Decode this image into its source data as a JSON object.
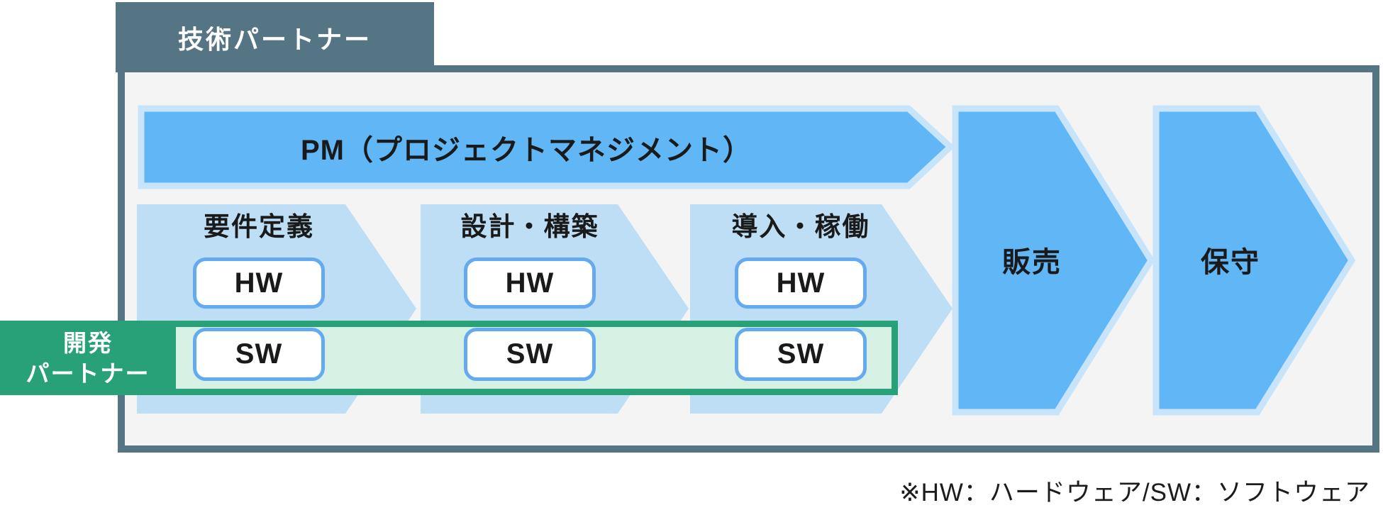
{
  "diagram": {
    "tab_technical_partner": "技術パートナー",
    "dev_partner": {
      "line1": "開発",
      "line2": "パートナー"
    },
    "pm_arrow_label": "PM（プロジェクトマネジメント）",
    "phases": [
      {
        "label": "要件定義",
        "hw": "HW",
        "sw": "SW"
      },
      {
        "label": "設計・構築",
        "hw": "HW",
        "sw": "SW"
      },
      {
        "label": "導入・稼働",
        "hw": "HW",
        "sw": "SW"
      }
    ],
    "sales_arrow_label": "販売",
    "maintenance_arrow_label": "保守",
    "footnote": "※HW：ハードウェア/SW：ソフトウェア",
    "colors": {
      "slate_frame": "#567584",
      "frame_fill": "#f4f4f5",
      "arrow_blue": "#61b6f6",
      "arrow_blue_border": "#c8e4fa",
      "phase_arrow_light_blue": "#bedef6",
      "box_border_blue": "#64aaf0",
      "dev_green": "#28a078",
      "dev_mint": "#d6f0e4",
      "text_black": "#1a1a1a"
    }
  }
}
